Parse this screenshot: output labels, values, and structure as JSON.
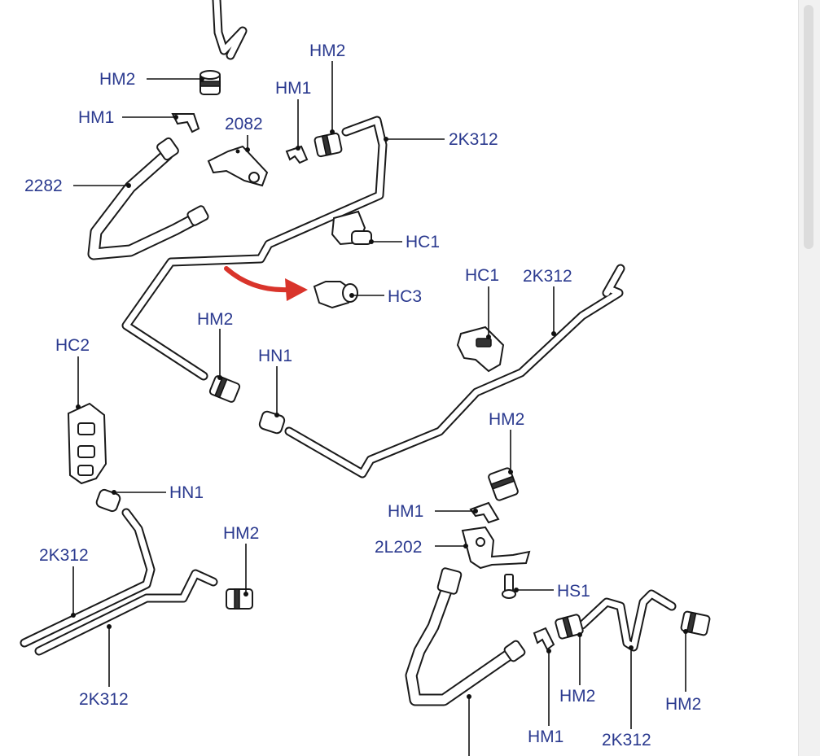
{
  "labels": {
    "hm2_a": "HM2",
    "hm1_a": "HM1",
    "p2282": "2282",
    "hm1_b": "HM1",
    "p2082": "2082",
    "hm2_b": "HM2",
    "p2k312_a": "2K312",
    "hc1_a": "HC1",
    "hc3": "HC3",
    "hc1_b": "HC1",
    "p2k312_b": "2K312",
    "hm2_c": "HM2",
    "hn1_a": "HN1",
    "hc2": "HC2",
    "hm2_d": "HM2",
    "hn1_b": "HN1",
    "hm2_e": "HM2",
    "p2k312_c": "2K312",
    "p2k312_d": "2K312",
    "hm1_c": "HM1",
    "p2l202": "2L202",
    "hs1": "HS1",
    "hm2_f": "HM2",
    "hm2_g": "HM2",
    "hm1_d": "HM1",
    "p2k312_e": "2K312"
  },
  "colors": {
    "label_text": "#2b3a8f",
    "line_art": "#1a1a1a",
    "arrow": "#d9342b",
    "background": "#ffffff"
  }
}
